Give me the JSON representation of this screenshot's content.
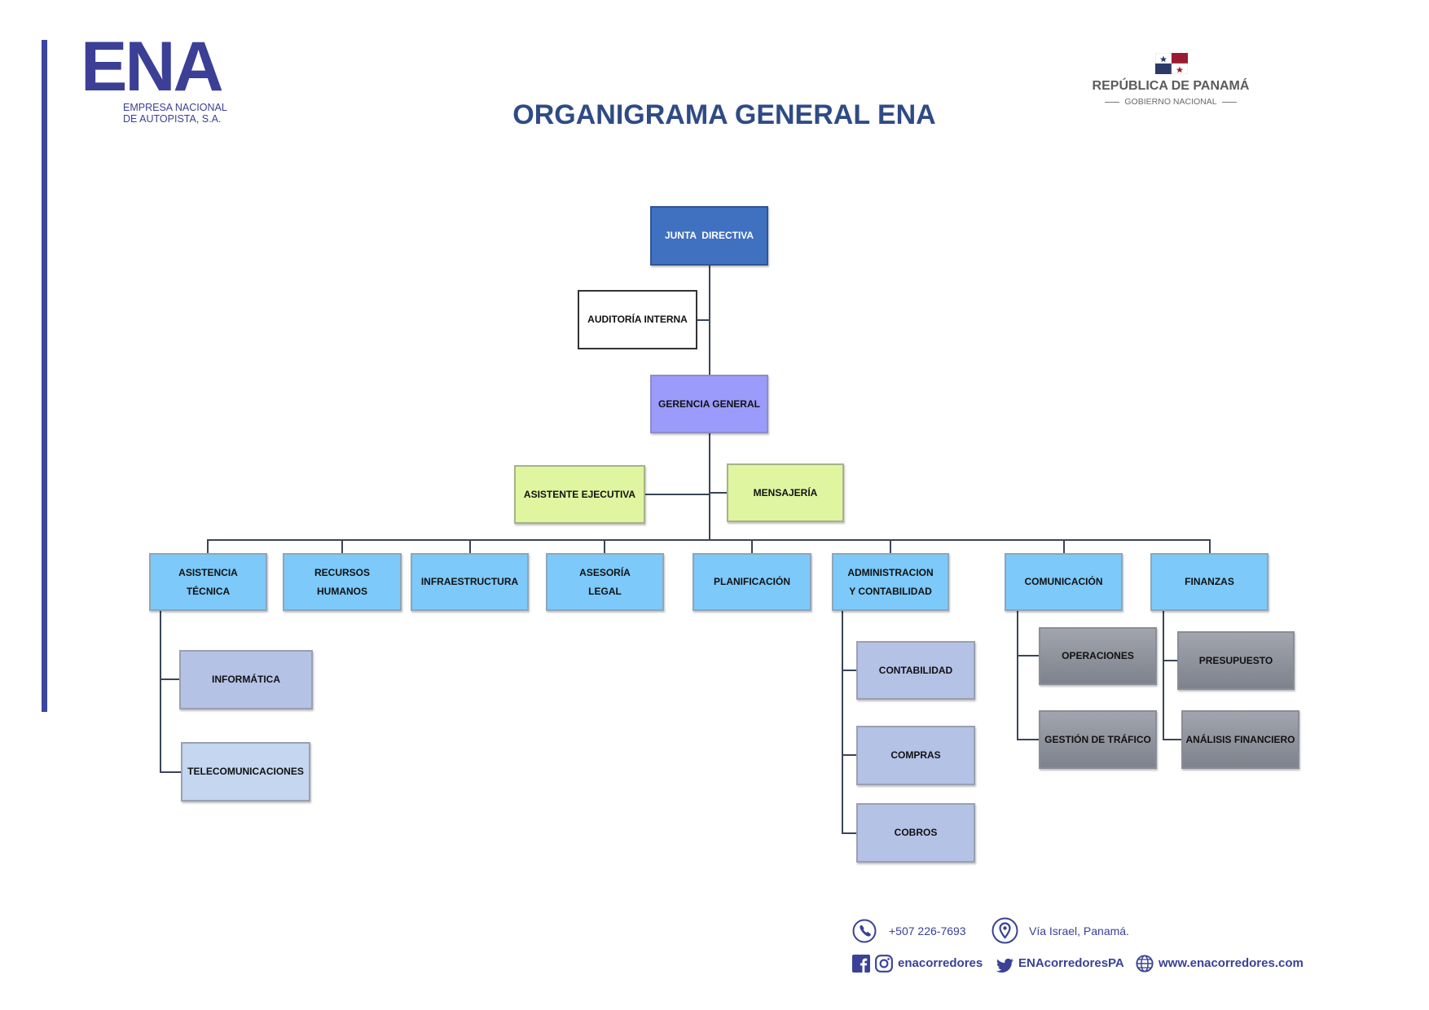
{
  "header": {
    "logo_text": "ENA",
    "logo_subtitle_line1": "EMPRESA NACIONAL",
    "logo_subtitle_line2": "DE AUTOPISTA, S.A.",
    "title": "ORGANIGRAMA GENERAL ENA",
    "gov_line1": "REPÚBLICA DE PANAMÁ",
    "gov_line2": "GOBIERNO NACIONAL"
  },
  "org": {
    "top": "JUNTA  DIRECTIVA",
    "audit": "AUDITORÍA INTERNA",
    "general": "GERENCIA GENERAL",
    "assistant": "ASISTENTE EJECUTIVA",
    "messaging": "MENSAJERÍA",
    "departments": [
      {
        "lines": [
          "ASISTENCIA",
          "TÉCNICA"
        ],
        "children": [
          "INFORMÁTICA",
          "TELECOMUNICACIONES"
        ]
      },
      {
        "lines": [
          "RECURSOS",
          "HUMANOS"
        ]
      },
      {
        "lines": [
          "INFRAESTRUCTURA"
        ]
      },
      {
        "lines": [
          "ASESORÍA",
          "LEGAL"
        ]
      },
      {
        "lines": [
          "PLANIFICACIÓN"
        ]
      },
      {
        "lines": [
          "ADMINISTRACION",
          "Y CONTABILIDAD"
        ],
        "children": [
          "CONTABILIDAD",
          "COMPRAS",
          "COBROS"
        ]
      },
      {
        "lines": [
          "COMUNICACIÓN"
        ],
        "children": [
          "OPERACIONES",
          "GESTIÓN DE TRÁFICO"
        ]
      },
      {
        "lines": [
          "FINANZAS"
        ],
        "children": [
          "PRESUPUESTO",
          "ANÁLISIS FINANCIERO"
        ]
      }
    ]
  },
  "footer": {
    "phone": "+507 226-7693",
    "address": "Vía Israel, Panamá.",
    "social_handle": "enacorredores",
    "twitter_handle": "ENAcorredoresPA",
    "website": "www.enacorredores.com",
    "icons": [
      "phone-icon",
      "location-pin-icon",
      "facebook-icon",
      "instagram-icon",
      "twitter-icon",
      "globe-icon"
    ]
  },
  "colors": {
    "brand": "#3B3F95",
    "title": "#2F4B85",
    "board": "#4070C0",
    "general_management": "#9B9BFB",
    "support_staff": "#DFF5A0",
    "departments": "#7CC9FA",
    "sub_units_blue": "#B4C2E6",
    "sub_units_gray": "#8E929C",
    "connector": "#3A4557"
  }
}
